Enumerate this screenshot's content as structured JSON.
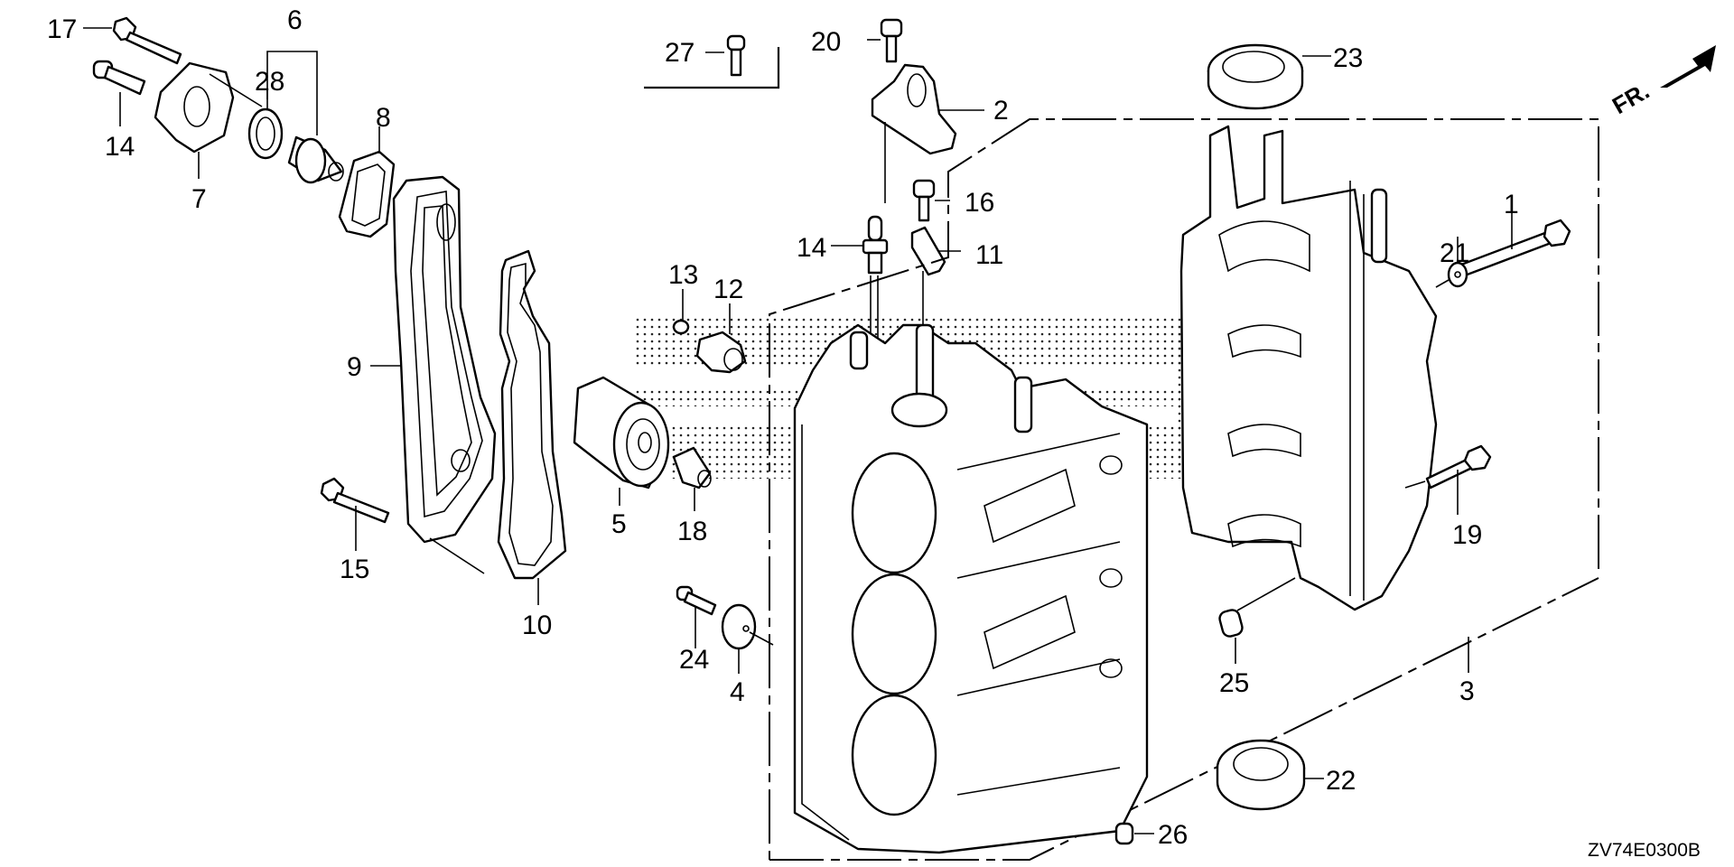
{
  "diagram": {
    "drawing_code": "ZV74E0300B",
    "direction_marker": "FR.",
    "callouts": [
      {
        "id": "1",
        "part": "bolt"
      },
      {
        "id": "2",
        "part": "bracket"
      },
      {
        "id": "3",
        "part": "crankcase"
      },
      {
        "id": "4",
        "part": "cap"
      },
      {
        "id": "5",
        "part": "oil-filter"
      },
      {
        "id": "6",
        "part": "thermostat-assembly"
      },
      {
        "id": "7",
        "part": "thermostat-cover"
      },
      {
        "id": "8",
        "part": "thermostat-gasket"
      },
      {
        "id": "9",
        "part": "cover-plate"
      },
      {
        "id": "10",
        "part": "cover-gasket"
      },
      {
        "id": "11",
        "part": "clamp-plate"
      },
      {
        "id": "12",
        "part": "pressure-switch"
      },
      {
        "id": "13",
        "part": "plug"
      },
      {
        "id": "14",
        "part": "stud-bolt"
      },
      {
        "id": "15",
        "part": "flange-bolt"
      },
      {
        "id": "16",
        "part": "flange-bolt"
      },
      {
        "id": "17",
        "part": "flange-bolt"
      },
      {
        "id": "18",
        "part": "joint-bolt"
      },
      {
        "id": "19",
        "part": "flange-bolt"
      },
      {
        "id": "20",
        "part": "flange-bolt"
      },
      {
        "id": "21",
        "part": "washer"
      },
      {
        "id": "22",
        "part": "oil-seal"
      },
      {
        "id": "23",
        "part": "oil-seal"
      },
      {
        "id": "24",
        "part": "bolt"
      },
      {
        "id": "25",
        "part": "dowel-pin"
      },
      {
        "id": "26",
        "part": "dowel-pin"
      },
      {
        "id": "27",
        "part": "socket-bolt"
      },
      {
        "id": "28",
        "part": "o-ring"
      }
    ],
    "second_14_label": "14"
  }
}
